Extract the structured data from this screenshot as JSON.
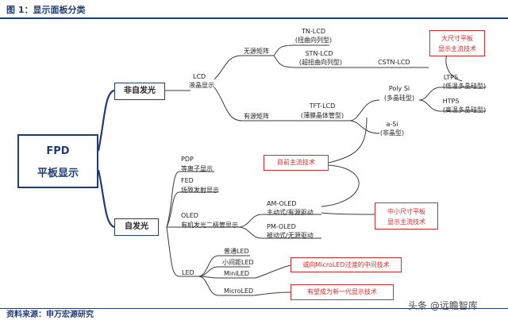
{
  "header": {
    "title": "图 1：显示面板分类"
  },
  "root": {
    "line1": "FPD",
    "line2": "平板显示"
  },
  "branches": {
    "non_emissive": "非自发光",
    "emissive": "自发光"
  },
  "lcd": {
    "name": "LCD",
    "desc": "液晶显示",
    "passive": "无源矩阵",
    "active": "有源矩阵"
  },
  "passive_items": {
    "tn_name": "TN-LCD",
    "tn_desc": "(扭曲向列型)",
    "stn_name": "STN-LCD",
    "stn_desc": "(超扭曲向列型)",
    "cstn": "CSTN-LCD"
  },
  "tft": {
    "name": "TFT-LCD",
    "desc": "(薄膜晶体管型)"
  },
  "poly_si": {
    "name": "Poly Si",
    "desc": "(多晶硅型)"
  },
  "ltps": {
    "name": "LTPS",
    "desc": "(低温多晶硅型)"
  },
  "htps": {
    "name": "HTPS",
    "desc": "(高温多晶硅型)"
  },
  "a_si": {
    "name": "a-Si",
    "desc": "(非晶型)"
  },
  "emissive_items": {
    "pdp_name": "PDP",
    "pdp_desc": "等离子显示",
    "fed_name": "FED",
    "fed_desc": "场致发射显示",
    "oled_name": "OLED",
    "oled_desc": "有机发光二极管显示",
    "am_name": "AM-OLED",
    "am_desc": "主动式/有源驱动",
    "pm_name": "PM-OLED",
    "pm_desc": "被动式/无源驱动",
    "led_name": "LED",
    "led_normal": "普通LED",
    "led_small": "小间距LED",
    "led_mini": "MiniLED",
    "led_micro": "MicroLED"
  },
  "callouts": {
    "large_1": "大尺寸平板",
    "large_2": "显示主流技术",
    "current": "目前主流技术",
    "small_1": "中小尺寸平板",
    "small_2": "显示主流技术",
    "mini_transition": "或向MicroLED过渡的中间技术",
    "micro_next": "有望成为新一代显示技术"
  },
  "footer": {
    "source": "资料来源：申万宏源研究"
  },
  "watermark": {
    "text": "头条 @远瞻智库"
  },
  "colors": {
    "brand_navy": "#1f3c78",
    "callout_red": "#d62b2b",
    "branch_line": "#1f3c78"
  }
}
